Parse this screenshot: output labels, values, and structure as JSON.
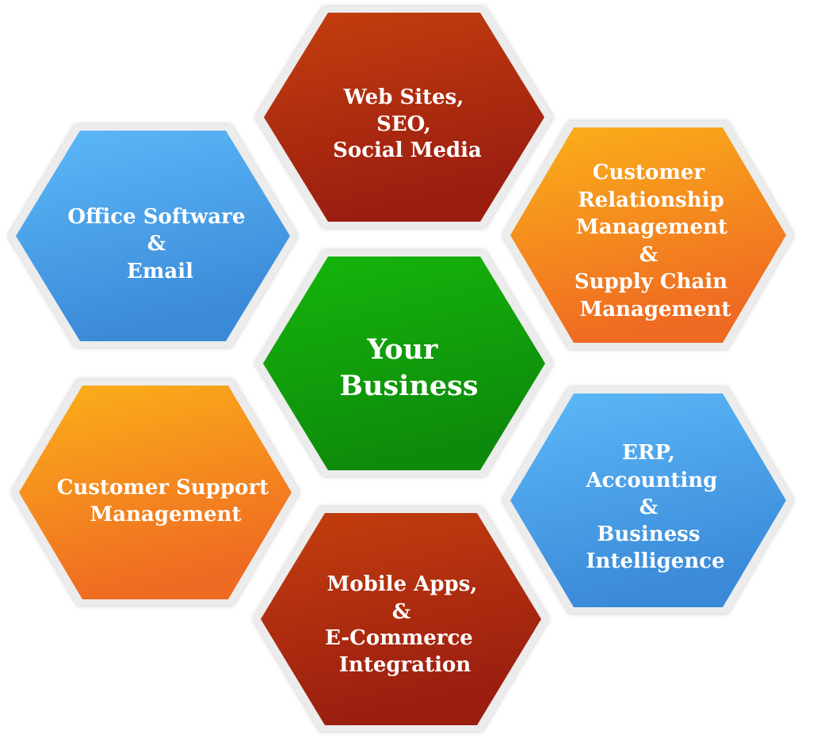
{
  "hexagons": {
    "web": {
      "lines": [
        "Web Sites,",
        "SEO,",
        "Social Media"
      ],
      "color_top": "#c43f0e",
      "color_bottom": "#9a1d10"
    },
    "office": {
      "lines": [
        "Office Software",
        "&",
        "Email"
      ],
      "color_top": "#5cb9f8",
      "color_bottom": "#3b8ad8"
    },
    "crm": {
      "lines": [
        "Customer",
        "Relationship",
        "Management",
        "&",
        "Supply Chain",
        "Management"
      ],
      "color_top": "#fbb11a",
      "color_bottom": "#ef6a22"
    },
    "center": {
      "lines": [
        "Your",
        "Business"
      ],
      "color_top": "#16b60c",
      "color_bottom": "#0d8a0b"
    },
    "support": {
      "lines": [
        "Customer Support",
        "Management"
      ],
      "color_top": "#fbb11a",
      "color_bottom": "#ef6a22"
    },
    "erp": {
      "lines": [
        "ERP,",
        "Accounting",
        "&",
        "Business",
        "Intelligence"
      ],
      "color_top": "#5cb9f8",
      "color_bottom": "#3b8ad8"
    },
    "mobile": {
      "lines": [
        "Mobile Apps,",
        "&",
        "E-Commerce",
        "Integration"
      ],
      "color_top": "#c43f0e",
      "color_bottom": "#9a1d10"
    }
  }
}
